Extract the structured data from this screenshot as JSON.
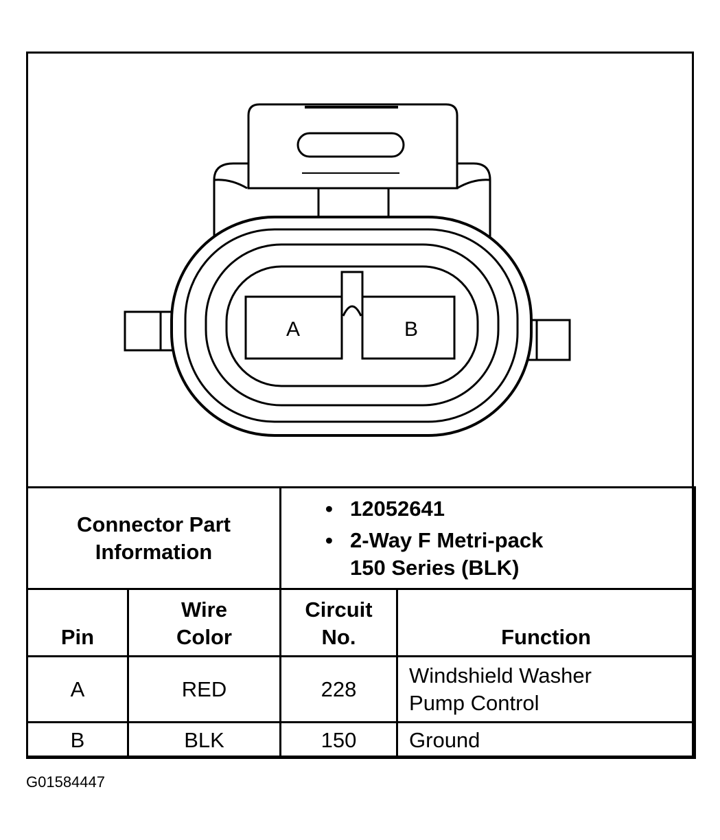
{
  "connector": {
    "pins": [
      {
        "id": "A",
        "label": "A"
      },
      {
        "id": "B",
        "label": "B"
      }
    ]
  },
  "part_info": {
    "label_line1": "Connector Part",
    "label_line2": "Information",
    "items": [
      {
        "line1": "12052641",
        "line2": ""
      },
      {
        "line1": "2-Way F Metri-pack",
        "line2": "150 Series (BLK)"
      }
    ]
  },
  "table": {
    "headers": {
      "pin": "Pin",
      "wire_color_line1": "Wire",
      "wire_color_line2": "Color",
      "circuit_line1": "Circuit",
      "circuit_line2": "No.",
      "function": "Function"
    },
    "rows": [
      {
        "pin": "A",
        "wire_color": "RED",
        "circuit": "228",
        "function_line1": "Windshield Washer",
        "function_line2": "Pump Control"
      },
      {
        "pin": "B",
        "wire_color": "BLK",
        "circuit": "150",
        "function_line1": "Ground",
        "function_line2": ""
      }
    ]
  },
  "figure_id": "G01584447"
}
